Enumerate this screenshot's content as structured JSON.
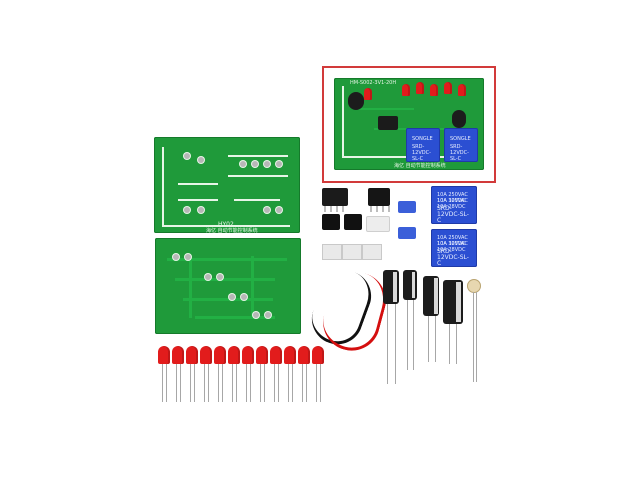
{
  "scene": {
    "background": "#ffffff",
    "highlight_border": "#d23a3a"
  },
  "pcb": {
    "board_color": "#1f9a3a",
    "silk_color": "#e6f5e6",
    "top_board_label": "HY02",
    "top_board_caption": "海亿 自动节能控制系统",
    "inset_board_caption": "海亿 自动节能控制系统",
    "inset_board_code": "HM-S002-3V1-20H"
  },
  "relays": {
    "color": "#2b4fd2",
    "line1": "10A 250VAC 10A 125VAC",
    "line2": "10A 30VDC 10A 28VDC",
    "model": "SRD-12VDC-SL-C",
    "brand": "SONGLE"
  }
}
